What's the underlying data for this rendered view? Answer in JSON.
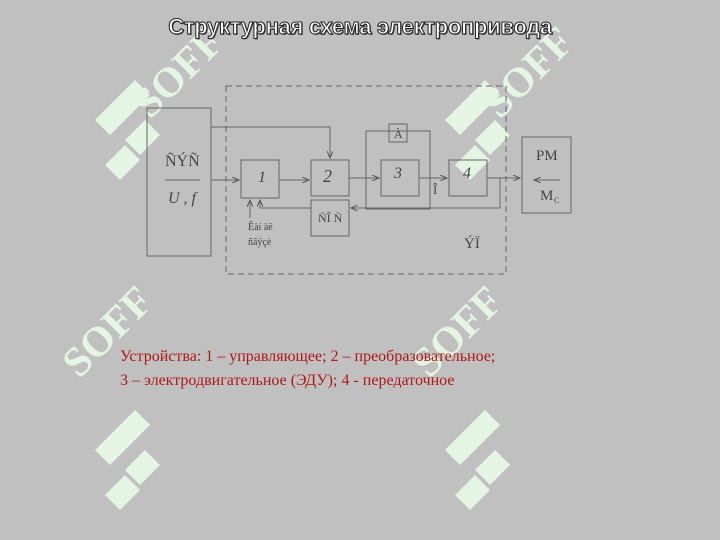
{
  "title": "Структурная схема электропривода",
  "watermark": {
    "text": "SOFF",
    "color": "#e6ffe6"
  },
  "diagram": {
    "left_block_top": "ÑÝÑ",
    "left_block_bottom": "U , f",
    "block1": "1",
    "block2": "2",
    "block3": "3",
    "block4": "4",
    "block_a": "À",
    "block_feedback": "ÑÎ Ñ",
    "feedback_note_line1": "Êàí àë",
    "feedback_note_line2": "ñâÿçè",
    "signal_label": "Î",
    "drive_label": "ÝÏ",
    "load_top": "PM",
    "load_bottom": "M",
    "load_subscript": "C"
  },
  "caption": {
    "line1": "Устройства: 1 – управляющее; 2 – преобразовательное;",
    "line2": "3 – электродвигательное (ЭДУ); 4 - передаточное"
  }
}
